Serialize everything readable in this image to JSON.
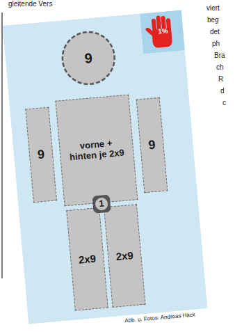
{
  "diagram": {
    "nodes": [
      {
        "text": [
          "9"
        ]
      },
      {
        "text": [
          "1%"
        ]
      },
      {
        "text": [
          "9"
        ]
      },
      {
        "text": [
          "vorne + hinten je 2x9"
        ]
      },
      {
        "text": [
          "9"
        ]
      },
      {
        "text": [
          "1"
        ]
      },
      {
        "text": [
          "2x9"
        ]
      },
      {
        "text": [
          "2x9"
        ]
      }
    ],
    "labels": [
      "gleitende Vers",
      "viert",
      "beg",
      "det",
      "ph",
      "Bra",
      "ch",
      "R",
      "d",
      "c",
      "Abb. u. Fotos: Andreas Häck"
    ]
  }
}
